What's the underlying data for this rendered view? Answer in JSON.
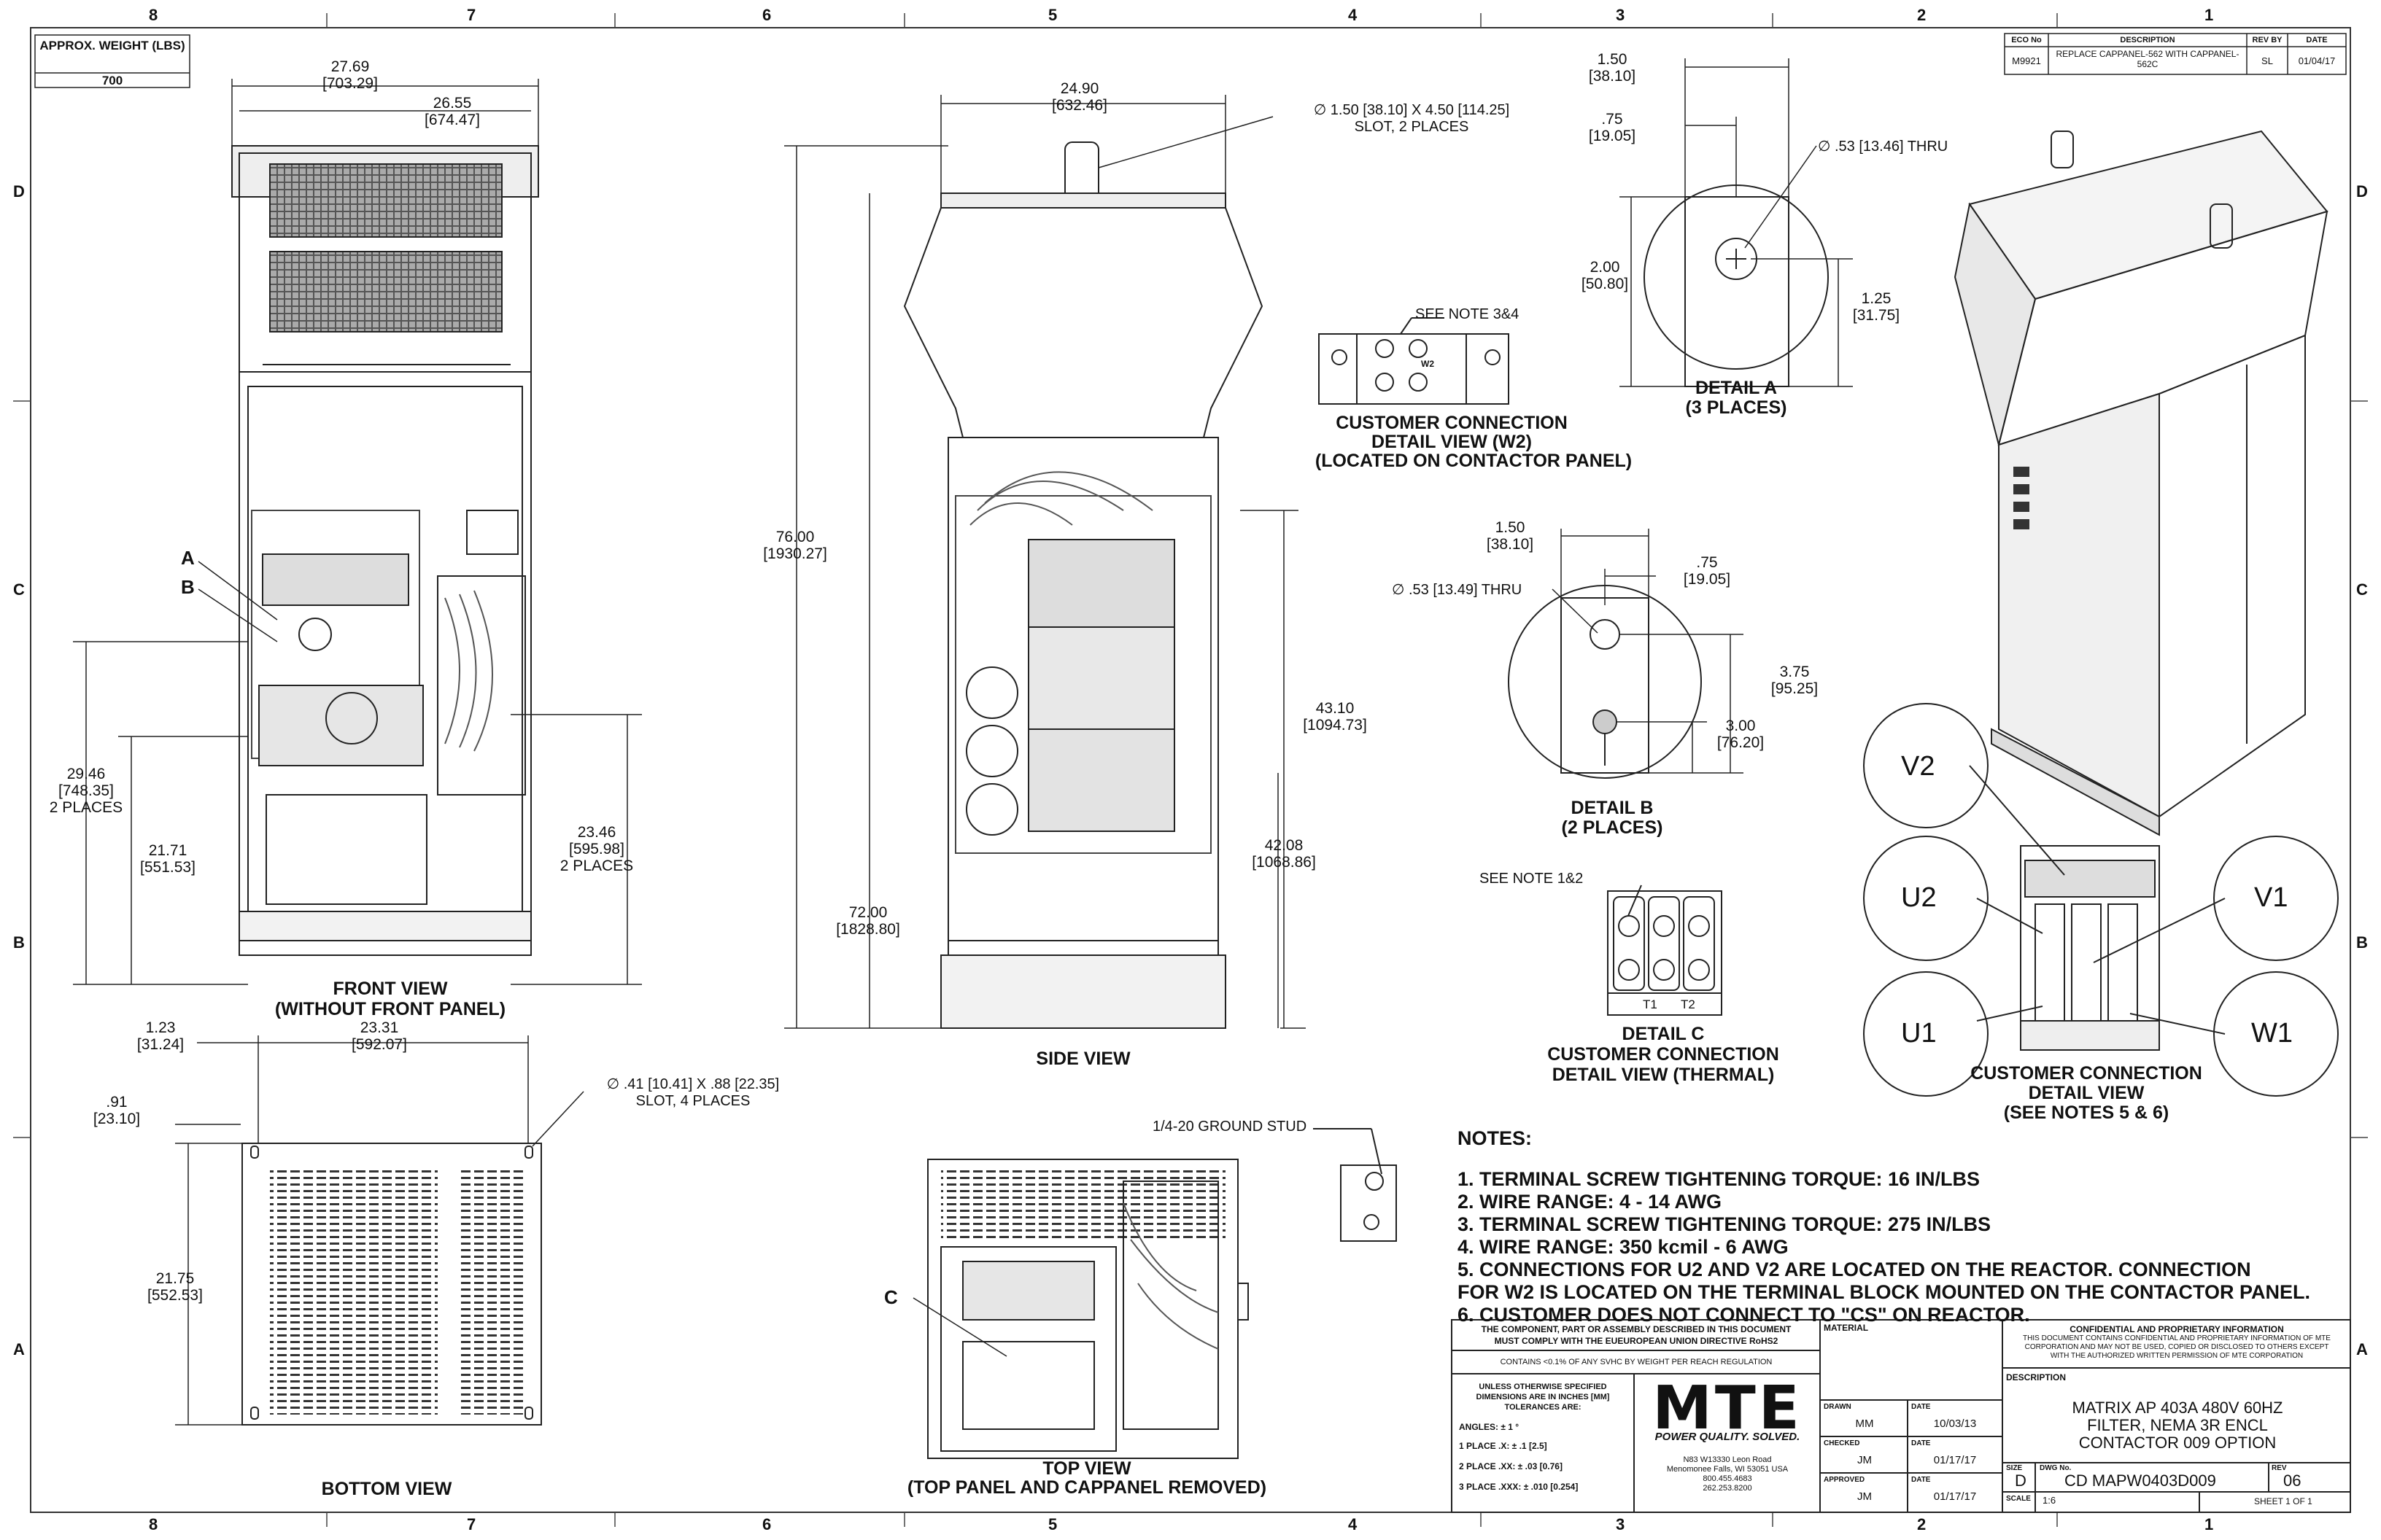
{
  "weight_box": {
    "label": "APPROX. WEIGHT (LBS)",
    "value": "700"
  },
  "revision_table": {
    "headers": [
      "ECO No",
      "DESCRIPTION",
      "REV BY",
      "DATE"
    ],
    "row": {
      "eco": "M9921",
      "description": "REPLACE CAPPANEL-562 WITH CAPPANEL-562C",
      "rev_by": "SL",
      "date": "01/04/17"
    }
  },
  "zones": {
    "columns": [
      "8",
      "7",
      "6",
      "5",
      "4",
      "3",
      "2",
      "1"
    ],
    "rows": [
      "D",
      "C",
      "B",
      "A"
    ]
  },
  "views": {
    "front": {
      "title": "FRONT VIEW",
      "subtitle": "(WITHOUT FRONT PANEL)",
      "callout_a": "A",
      "callout_b": "B"
    },
    "side": {
      "title": "SIDE VIEW"
    },
    "bottom": {
      "title": "BOTTOM VIEW"
    },
    "top": {
      "title": "TOP VIEW",
      "subtitle": "(TOP PANEL AND CAPPANEL REMOVED)",
      "callout_c": "C"
    },
    "detail_a": {
      "title": "DETAIL A",
      "subtitle": "(3 PLACES)"
    },
    "detail_b": {
      "title": "DETAIL B",
      "subtitle": "(2 PLACES)"
    },
    "detail_c": {
      "title": "DETAIL C",
      "line2": "CUSTOMER CONNECTION",
      "line3": "DETAIL VIEW (THERMAL)",
      "note": "SEE NOTE 1&2",
      "t1": "T1",
      "t2": "T2"
    },
    "w2": {
      "title": "CUSTOMER CONNECTION",
      "line2": "DETAIL VIEW (W2)",
      "line3": "(LOCATED ON CONTACTOR PANEL)",
      "note": "SEE NOTE 3&4",
      "label": "W2"
    },
    "cust": {
      "title": "CUSTOMER CONNECTION",
      "line2": "DETAIL VIEW",
      "line3": "(SEE NOTES 5 & 6)",
      "v2": "V2",
      "u2": "U2",
      "u1": "U1",
      "v1": "V1",
      "w1": "W1"
    },
    "ground_stud": "1/4-20 GROUND STUD"
  },
  "dimensions": {
    "front_overall_w": {
      "in": "27.69",
      "mm": "[703.29]"
    },
    "front_inner_w": {
      "in": "26.55",
      "mm": "[674.47]"
    },
    "front_a_height": {
      "in": "29.46",
      "mm": "[748.35]",
      "note": "2 PLACES"
    },
    "front_b_height": {
      "in": "21.71",
      "mm": "[551.53]"
    },
    "front_c_height": {
      "in": "23.46",
      "mm": "[595.98]",
      "note": "2 PLACES"
    },
    "side_width": {
      "in": "24.90",
      "mm": "[632.46]"
    },
    "side_slot": {
      "text": "∅ 1.50 [38.10] X 4.50 [114.25]",
      "note": "SLOT, 2 PLACES"
    },
    "side_overall_h": {
      "in": "76.00",
      "mm": "[1930.27]"
    },
    "side_body_h": {
      "in": "72.00",
      "mm": "[1828.80]"
    },
    "side_h1": {
      "in": "43.10",
      "mm": "[1094.73]"
    },
    "side_h2": {
      "in": "42.08",
      "mm": "[1068.86]"
    },
    "bottom_offset": {
      "in": "1.23",
      "mm": "[31.24]"
    },
    "bottom_width": {
      "in": "23.31",
      "mm": "[592.07]"
    },
    "bottom_v_offset": {
      "in": ".91",
      "mm": "[23.10]"
    },
    "bottom_depth": {
      "in": "21.75",
      "mm": "[552.53]"
    },
    "bottom_slot": {
      "text": "∅ .41 [10.41] X .88 [22.35]",
      "note": "SLOT, 4 PLACES"
    },
    "da_w": {
      "in": "1.50",
      "mm": "[38.10]"
    },
    "da_c": {
      "in": ".75",
      "mm": "[19.05]"
    },
    "da_hole": "∅ .53 [13.46] THRU",
    "da_h": {
      "in": "2.00",
      "mm": "[50.80]"
    },
    "da_h2": {
      "in": "1.25",
      "mm": "[31.75]"
    },
    "db_w": {
      "in": "1.50",
      "mm": "[38.10]"
    },
    "db_c": {
      "in": ".75",
      "mm": "[19.05]"
    },
    "db_hole": "∅ .53 [13.49] THRU",
    "db_h": {
      "in": "3.75",
      "mm": "[95.25]"
    },
    "db_h2": {
      "in": "3.00",
      "mm": "[76.20]"
    }
  },
  "notes": {
    "heading": "NOTES:",
    "items": [
      "1.  TERMINAL SCREW TIGHTENING TORQUE: 16 IN/LBS",
      "2.  WIRE RANGE: 4 - 14 AWG",
      "3.  TERMINAL SCREW TIGHTENING TORQUE: 275 IN/LBS",
      "4.  WIRE RANGE: 350 kcmil - 6 AWG",
      "5.  CONNECTIONS FOR U2 AND V2 ARE LOCATED ON THE REACTOR. CONNECTION",
      "      FOR W2 IS LOCATED ON THE TERMINAL BLOCK MOUNTED ON THE CONTACTOR PANEL.",
      "6.  CUSTOMER DOES NOT CONNECT TO \"CS\" ON REACTOR."
    ]
  },
  "title_block": {
    "rohs_line1": "THE COMPONENT, PART OR ASSEMBLY DESCRIBED IN THIS DOCUMENT",
    "rohs_line2": "MUST COMPLY WITH THE EUEUROPEAN UNION DIRECTIVE RoHS2",
    "svhc": "CONTAINS <0.1% OF ANY SVHC BY WEIGHT PER REACH REGULATION",
    "tol_head1": "UNLESS OTHERWISE SPECIFIED",
    "tol_head2": "DIMENSIONS ARE IN INCHES [MM]",
    "tol_head3": "TOLERANCES ARE:",
    "tol_angles": "ANGLES: ± 1 °",
    "tol_1place": "1 PLACE .X: ± .1 [2.5]",
    "tol_2place": "2 PLACE .XX: ± .03 [0.76]",
    "tol_3place": "3 PLACE .XXX: ± .010 [0.254]",
    "logo": "MTE",
    "tagline": "POWER QUALITY. SOLVED.",
    "address": [
      "N83 W13330 Leon Road",
      "Menomonee Falls, WI 53051 USA",
      "800.455.4683",
      "262.253.8200"
    ],
    "material_label": "MATERIAL",
    "drawn_label": "DRAWN",
    "drawn_by": "MM",
    "drawn_date_label": "DATE",
    "drawn_date": "10/03/13",
    "checked_label": "CHECKED",
    "checked_by": "JM",
    "checked_date_label": "DATE",
    "checked_date": "01/17/17",
    "approved_label": "APPROVED",
    "approved_by": "JM",
    "approved_date_label": "DATE",
    "approved_date": "01/17/17",
    "conf_head": "CONFIDENTIAL AND PROPRIETARY INFORMATION",
    "conf_body": [
      "THIS DOCUMENT CONTAINS CONFIDENTIAL AND PROPRIETARY INFORMATION OF MTE",
      "CORPORATION AND MAY NOT BE USED, COPIED OR DISCLOSED TO OTHERS EXCEPT",
      "WITH THE AUTHORIZED WRITTEN PERMISSION OF MTE CORPORATION"
    ],
    "desc_label": "DESCRIPTION",
    "desc": [
      "MATRIX AP 403A 480V 60HZ",
      "FILTER, NEMA 3R ENCL",
      "CONTACTOR 009 OPTION"
    ],
    "size_label": "SIZE",
    "size": "D",
    "dwg_label": "DWG No.",
    "dwg": "CD MAPW0403D009",
    "rev_label": "REV",
    "rev": "06",
    "scale_label": "SCALE",
    "scale": "1:6",
    "sheet": "SHEET 1  OF 1"
  }
}
